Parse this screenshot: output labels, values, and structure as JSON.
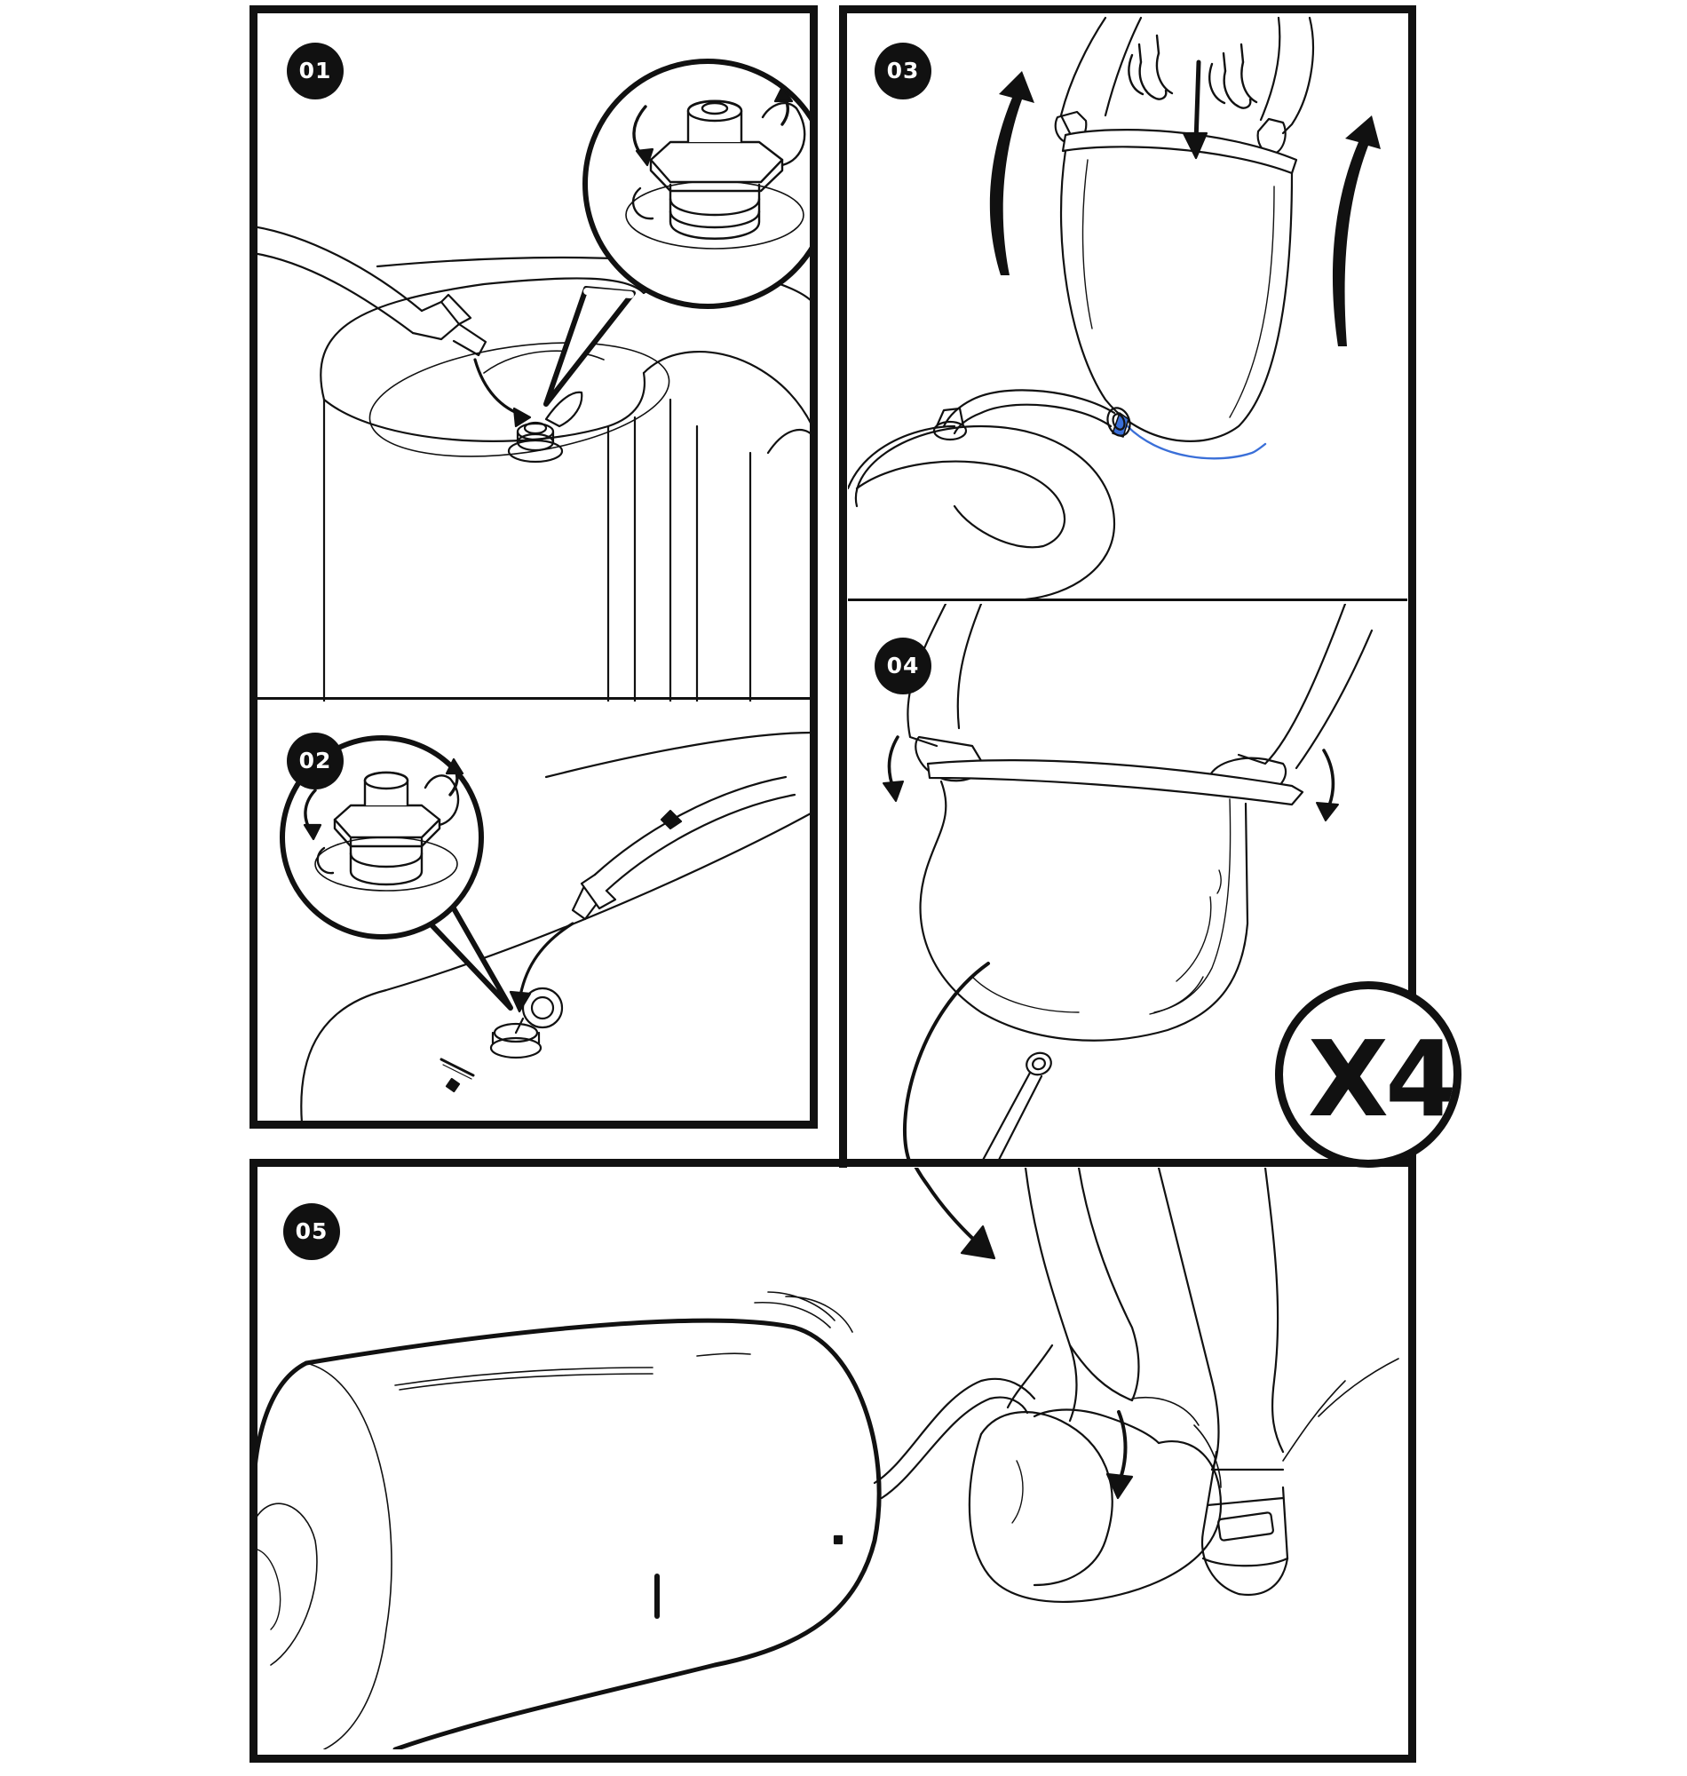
{
  "steps": [
    {
      "number": "01",
      "icons": [
        "hose-icon",
        "valve-icon",
        "rotate-cap-icon",
        "tank-icon"
      ]
    },
    {
      "number": "02",
      "icons": [
        "hose-icon",
        "valve-icon",
        "rotate-cap-icon"
      ]
    },
    {
      "number": "03",
      "icons": [
        "lift-arrow-icon",
        "air-flow-icon",
        "drybag-icon"
      ]
    },
    {
      "number": "04",
      "icons": [
        "fold-arrow-icon",
        "drybag-icon",
        "hands-icon"
      ]
    },
    {
      "number": "05",
      "icons": [
        "roll-arrow-icon",
        "rolled-bag-icon",
        "feet-icon"
      ]
    }
  ],
  "repeat_badge": {
    "label": "X4"
  },
  "colors": {
    "ink": "#111111",
    "accent_line": "#3a6fd8",
    "paper": "#ffffff"
  }
}
